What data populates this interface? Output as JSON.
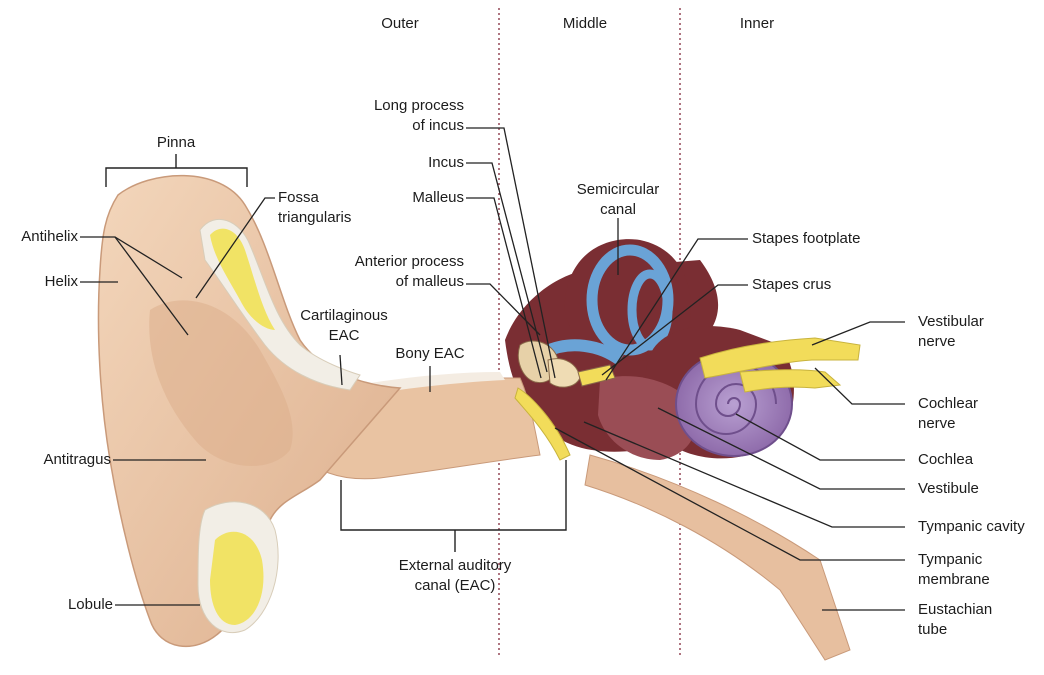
{
  "sections": {
    "outer": "Outer",
    "middle": "Middle",
    "inner": "Inner"
  },
  "labels": {
    "pinna": "Pinna",
    "antihelix": "Antihelix",
    "helix": "Helix",
    "antitragus": "Antitragus",
    "lobule": "Lobule",
    "fossa_triangularis": [
      "Fossa",
      "triangularis"
    ],
    "cartilaginous_eac": [
      "Cartilaginous",
      "EAC"
    ],
    "bony_eac": "Bony EAC",
    "long_process_of_incus": [
      "Long process",
      "of incus"
    ],
    "incus": "Incus",
    "malleus": "Malleus",
    "anterior_process_of_malleus": [
      "Anterior process",
      "of malleus"
    ],
    "semicircular_canal": [
      "Semicircular",
      "canal"
    ],
    "stapes_footplate": "Stapes footplate",
    "stapes_crus": "Stapes crus",
    "vestibular_nerve": [
      "Vestibular",
      "nerve"
    ],
    "cochlear_nerve": [
      "Cochlear",
      "nerve"
    ],
    "cochlea": "Cochlea",
    "vestibule": "Vestibule",
    "tympanic_cavity": "Tympanic cavity",
    "tympanic_membrane": [
      "Tympanic",
      "membrane"
    ],
    "eustachian_tube": [
      "Eustachian",
      "tube"
    ],
    "external_auditory_canal": [
      "External auditory",
      "canal (EAC)"
    ]
  },
  "colors": {
    "skin": "#edc9a8",
    "skin_shadow": "#d7a888",
    "cartilage": "#f2eee6",
    "fat": "#f1e14d",
    "bone": "#7a2e33",
    "semicircular": "#6aa3d6",
    "cochlea": "#9d7cb8",
    "nerve": "#f2dc5a",
    "divider": "#8b3a4a"
  }
}
